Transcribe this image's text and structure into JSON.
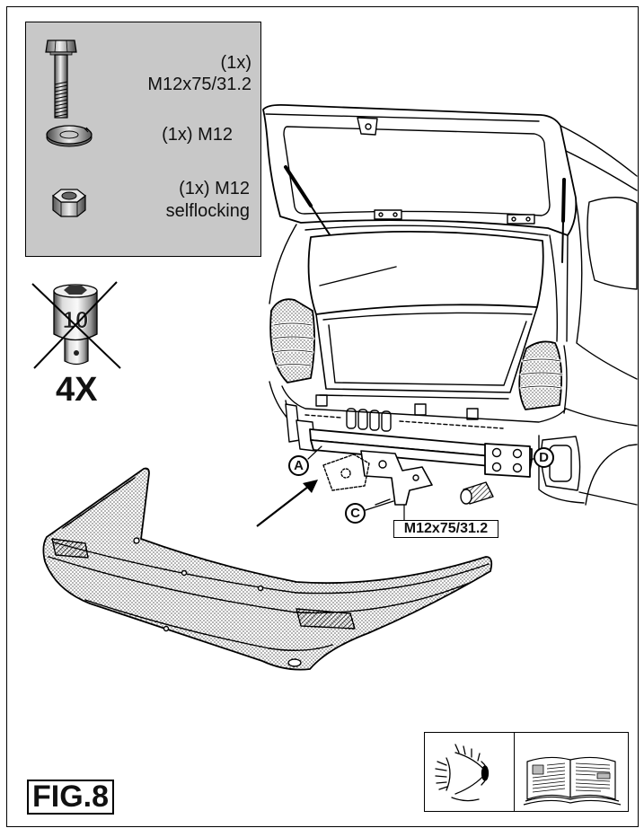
{
  "parts_list": {
    "items": [
      {
        "icon": "bolt-icon",
        "lines": [
          "(1x)",
          "M12x75/31.2"
        ]
      },
      {
        "icon": "washer-icon",
        "lines": [
          "(1x) M12"
        ]
      },
      {
        "icon": "nut-icon",
        "lines": [
          "(1x) M12",
          "selflocking"
        ]
      }
    ]
  },
  "tool": {
    "icon": "socket-icon",
    "size": "10",
    "quantity": "4X",
    "crossed_out": true
  },
  "callouts": {
    "label_a": "A",
    "label_c": "C",
    "label_d": "D",
    "bolt_spec": "M12x75/31.2"
  },
  "figure_label": "FIG.8",
  "reference_icons": [
    "eye-icon",
    "manual-book-icon"
  ],
  "colors": {
    "parts_box_background": "#c8c8c8",
    "line_art": "#000000"
  }
}
